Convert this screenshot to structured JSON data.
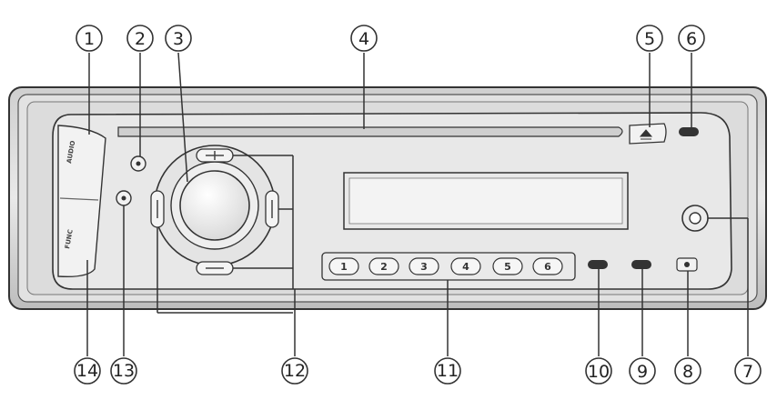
{
  "callouts": [
    {
      "id": "c1",
      "label": "1"
    },
    {
      "id": "c2",
      "label": "2"
    },
    {
      "id": "c3",
      "label": "3"
    },
    {
      "id": "c4",
      "label": "4"
    },
    {
      "id": "c5",
      "label": "5"
    },
    {
      "id": "c6",
      "label": "6"
    },
    {
      "id": "c7",
      "label": "7"
    },
    {
      "id": "c8",
      "label": "8"
    },
    {
      "id": "c9",
      "label": "9"
    },
    {
      "id": "c10",
      "label": "10"
    },
    {
      "id": "c11",
      "label": "11"
    },
    {
      "id": "c12",
      "label": "12"
    },
    {
      "id": "c13",
      "label": "13"
    },
    {
      "id": "c14",
      "label": "14"
    }
  ],
  "panel": {
    "audio_label": "AUDIO",
    "func_label": "FUNC",
    "presets": [
      "1",
      "2",
      "3",
      "4",
      "5",
      "6"
    ]
  },
  "colors": {
    "line": "#333333",
    "panel_fill": "#d9d9d9",
    "face_fill": "#e6e6e6"
  }
}
